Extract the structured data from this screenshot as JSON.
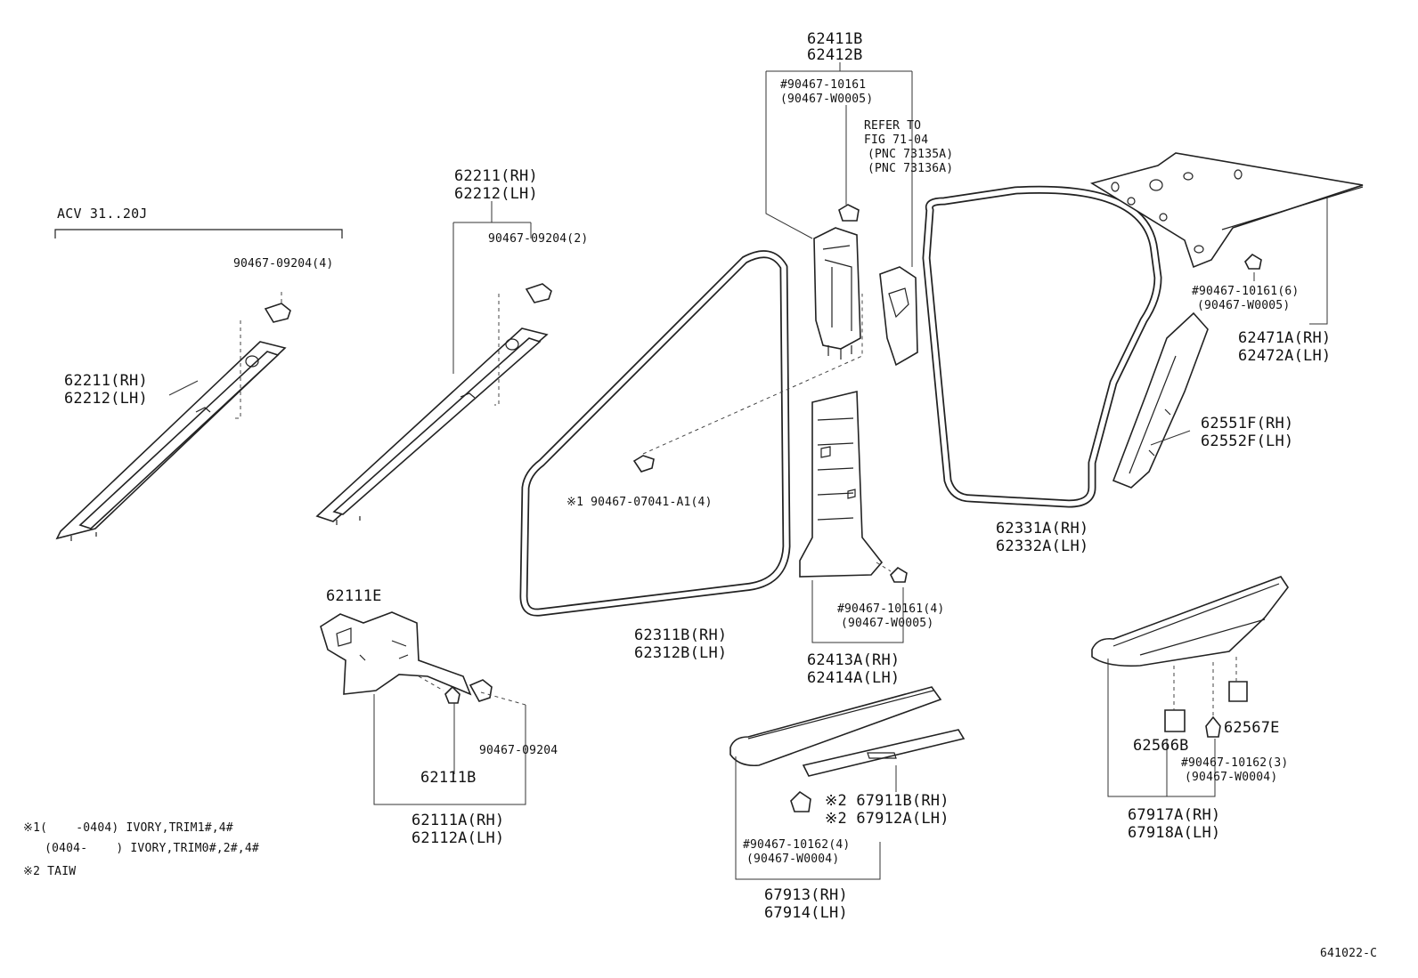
{
  "labels": {
    "acv": "ACV 31..20J",
    "clip_left": "90467-09204(4)",
    "left_rh": "62211(RH)",
    "left_lh": "62212(LH)",
    "mid_rh": "62211(RH)",
    "mid_lh": "62212(LH)",
    "clip_mid": "90467-09204(2)",
    "cowl_part": "62111E",
    "cowl_clip": "90467-09204",
    "cowl_b": "62111B",
    "cowl_rh": "62111A(RH)",
    "cowl_lh": "62112A(LH)",
    "clip_star1": "※1 90467-07041-A1(4)",
    "wsf_rh": "62311B(RH)",
    "wsf_lh": "62312B(LH)",
    "top_a": "62411B",
    "top_b": "62412B",
    "top_clip1": "#90467-10161",
    "top_clip2": "(90467-W0005)",
    "refer1": "REFER TO",
    "refer2": "FIG 71-04",
    "refer3": "(PNC 73135A)",
    "refer4": "(PNC 73136A)",
    "bp_clip1": "#90467-10161(4)",
    "bp_clip2": "(90467-W0005)",
    "bp_rh": "62413A(RH)",
    "bp_lh": "62414A(LH)",
    "wsr_rh": "62331A(RH)",
    "wsr_lh": "62332A(LH)",
    "qt_clip1": "#90467-10161(6)",
    "qt_clip2": "(90467-W0005)",
    "qt_rh": "62471A(RH)",
    "qt_lh": "62472A(LH)",
    "cp_rh": "62551F(RH)",
    "cp_lh": "62552F(LH)",
    "sc_rh": "※2 67911B(RH)",
    "sc_lh": "※2 67912A(LH)",
    "sf_clip1": "#90467-10162(4)",
    "sf_clip2": "(90467-W0004)",
    "sf_rh": "67913(RH)",
    "sf_lh": "67914(LH)",
    "rs_e": "62567E",
    "rs_b": "62566B",
    "rs_clip1": "#90467-10162(3)",
    "rs_clip2": "(90467-W0004)",
    "rs_rh": "67917A(RH)",
    "rs_lh": "67918A(LH)",
    "note1a": "※1(    -0404) IVORY,TRIM1#,4#",
    "note1b": "   (0404-    ) IVORY,TRIM0#,2#,4#",
    "note2": "※2 TAIW",
    "figure_id": "641022-C"
  }
}
